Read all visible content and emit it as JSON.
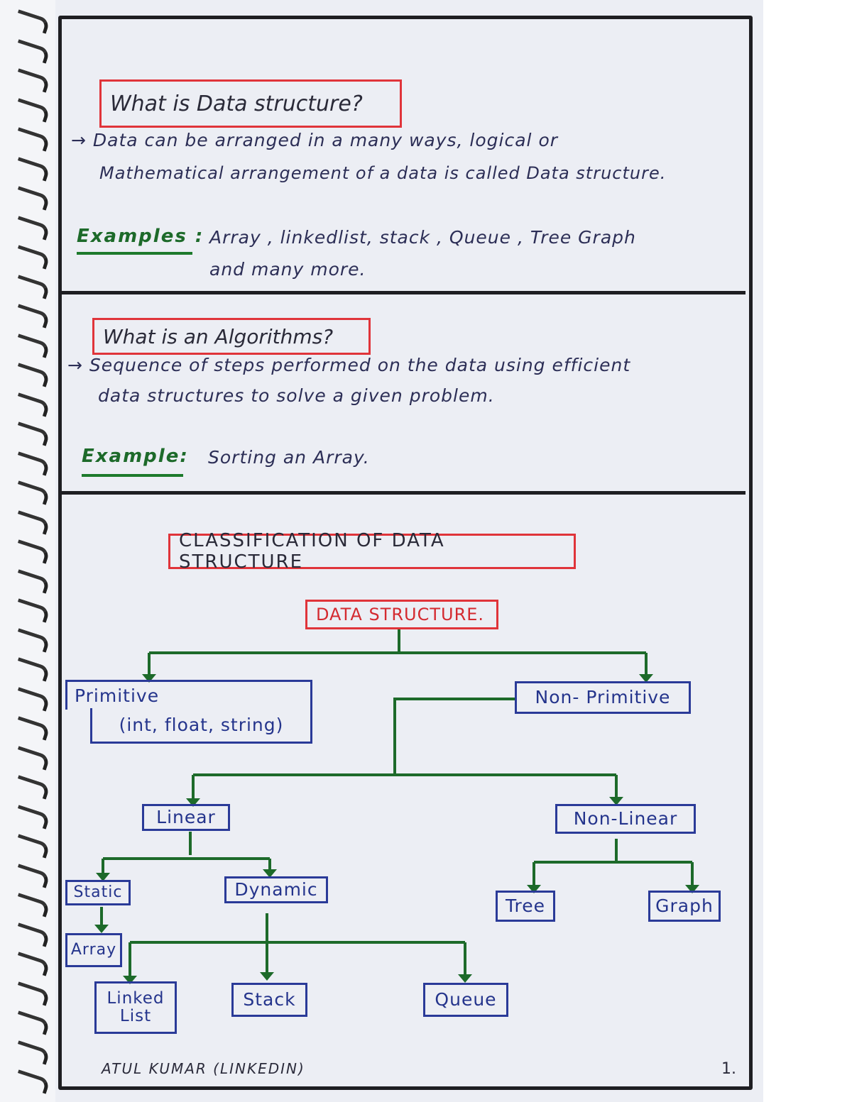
{
  "section1": {
    "heading": "What is Data structure?",
    "line1": "→ Data can be arranged in a many ways, logical or",
    "line2": "Mathematical arrangement of a data is called Data structure.",
    "examples_label": "Examples :",
    "examples_line1": "Array , linkedlist, stack , Queue , Tree Graph",
    "examples_line2": "and many more."
  },
  "section2": {
    "heading": "What is an Algorithms?",
    "line1": "→ Sequence of steps performed on the data using efficient",
    "line2": "data structures to solve a given problem.",
    "example_label": "Example:",
    "example_text": "Sorting an Array."
  },
  "section3": {
    "title": "CLASSIFICATION OF DATA STRUCTURE",
    "root": "DATA STRUCTURE.",
    "primitive": "Primitive",
    "primitive_types": "(int, float, string)",
    "non_primitive": "Non- Primitive",
    "linear": "Linear",
    "non_linear": "Non-Linear",
    "static": "Static",
    "dynamic": "Dynamic",
    "tree": "Tree",
    "graph": "Graph",
    "array": "Array",
    "linked_list_1": "Linked",
    "linked_list_2": "List",
    "stack": "Stack",
    "queue": "Queue"
  },
  "footer": {
    "author": "ATUL KUMAR (LINKEDIN)",
    "page_number": "1."
  }
}
